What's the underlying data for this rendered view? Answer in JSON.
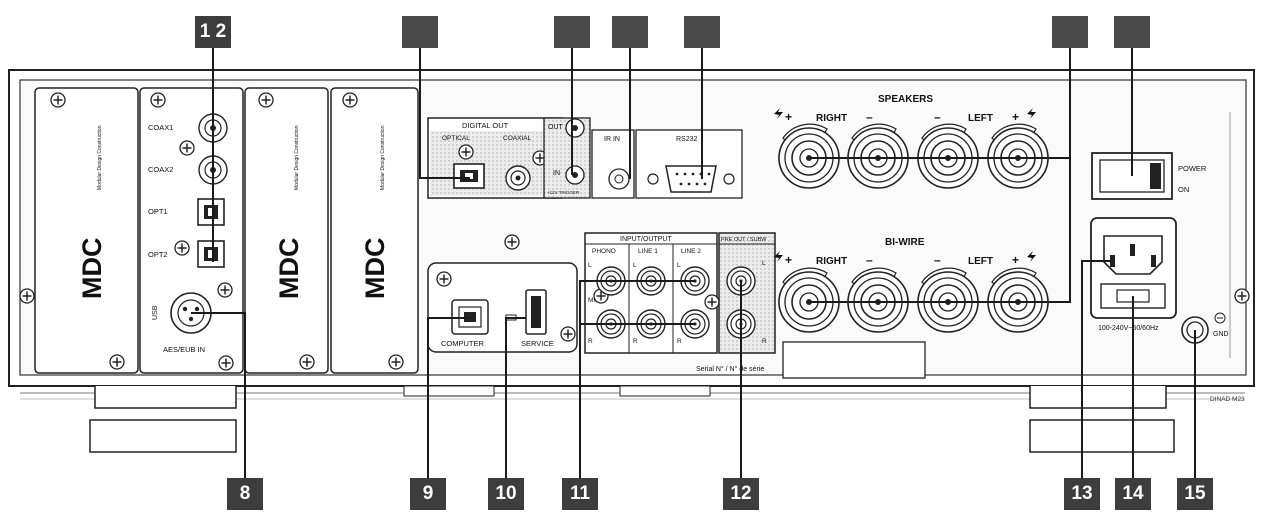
{
  "module_brand": "MDC",
  "module_brand_sub": "Modular Design Construction",
  "callouts": {
    "c12": "1 2",
    "c8": "8",
    "c9": "9",
    "c10": "10",
    "c11": "11",
    "c12b": "12",
    "c13": "13",
    "c14": "14",
    "c15": "15"
  },
  "digital_module": {
    "coax1": "COAX1",
    "coax2": "COAX2",
    "opt1": "OPT1",
    "opt2": "OPT2",
    "usb": "USB",
    "aesebu": "AES/EUB IN"
  },
  "digital_out": {
    "title": "DIGITAL OUT",
    "optical": "OPTICAL",
    "coaxial": "COAXIAL",
    "out": "OUT",
    "in": "IN",
    "trigger": "+12V TRIGGER",
    "ir_in": "IR IN",
    "rs232": "RS232"
  },
  "usb_panel": {
    "computer": "COMPUTER",
    "service": "SERVICE"
  },
  "inputs": {
    "title": "INPUT/OUTPUT",
    "phono": "PHONO",
    "line1": "LINE 1",
    "line2": "LINE 2",
    "pre_out": "PRE OUT / SUBW",
    "l": "L",
    "r": "R",
    "mm": "MM"
  },
  "serial": "Serial N° / N° de série",
  "speakers": {
    "title": "SPEAKERS",
    "right": "RIGHT",
    "left": "LEFT",
    "plus": "+",
    "minus": "–"
  },
  "biwire": {
    "title": "BI-WIRE",
    "right": "RIGHT",
    "left": "LEFT",
    "plus": "+",
    "minus": "–"
  },
  "power": {
    "power": "POWER",
    "on": "ON",
    "mains": "100-240V~50/60Hz",
    "gnd": "GND"
  },
  "model_code": "DINAD M23",
  "colors": {
    "callout_bg": "#3d3d3d",
    "line": "#1a1a1a",
    "panel_fill": "#f4f4f4",
    "dotted_fill": "#e2e2e2"
  }
}
